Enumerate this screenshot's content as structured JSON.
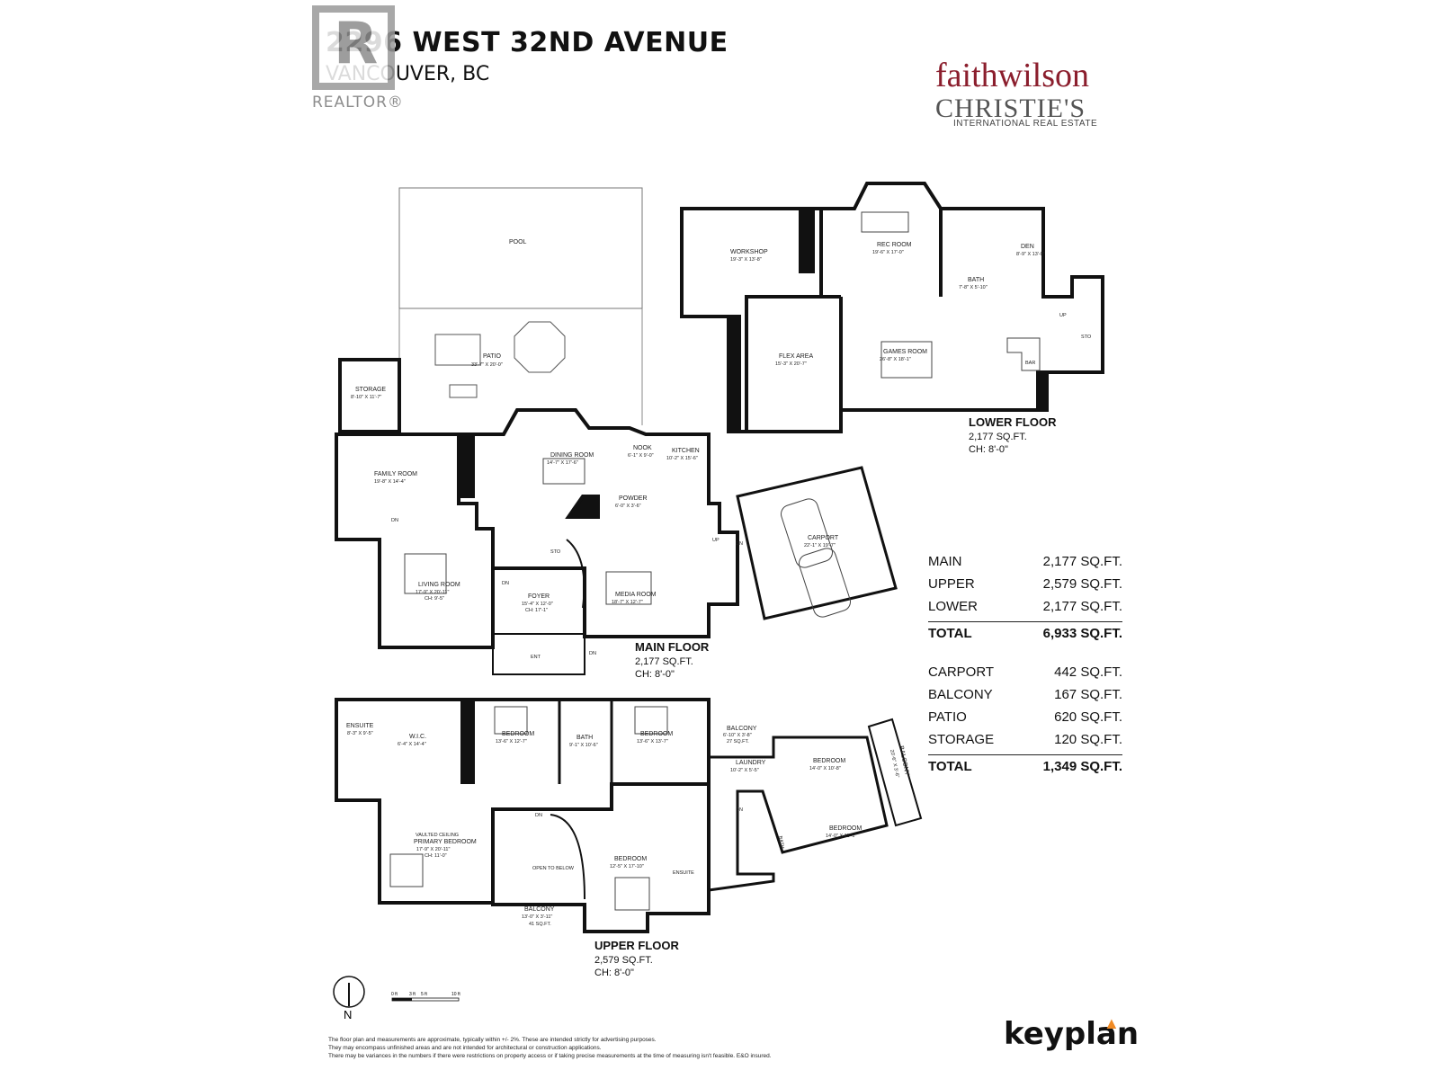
{
  "header": {
    "title": "2296 WEST 32ND AVENUE",
    "subtitle": "VANCOUVER, BC",
    "realtor_text": "REALTOR®"
  },
  "brand": {
    "faith": "faithwilson",
    "christies": "CHRISTIE'S",
    "intl": "INTERNATIONAL REAL ESTATE"
  },
  "floors": {
    "lower": {
      "name": "LOWER FLOOR",
      "area": "2,177 SQ.FT.",
      "ch": "CH: 8'-0\""
    },
    "main": {
      "name": "MAIN FLOOR",
      "area": "2,177 SQ.FT.",
      "ch": "CH: 8'-0\""
    },
    "upper": {
      "name": "UPPER FLOOR",
      "area": "2,579 SQ.FT.",
      "ch": "CH: 8'-0\""
    }
  },
  "rooms": {
    "pool": "POOL",
    "patio": "PATIO",
    "patio_dim": "33'-7\" X 20'-0\"",
    "storage": "STORAGE",
    "storage_dim": "8'-10\" X 11'-7\"",
    "family": "FAMILY ROOM",
    "family_dim": "19'-8\" X 14'-4\"",
    "dining": "DINING ROOM",
    "dining_dim": "14'-7\" X 17'-6\"",
    "nook": "NOOK",
    "nook_dim": "6'-1\" X 9'-0\"",
    "kitchen": "KITCHEN",
    "kitchen_dim": "10'-2\" X 15'-6\"",
    "powder": "POWDER",
    "powder_dim": "6'-0\" X 3'-6\"",
    "living": "LIVING ROOM",
    "living_dim": "17'-9\" X 20'-11\"",
    "living_ch": "CH: 9'-5\"",
    "foyer": "FOYER",
    "foyer_dim": "15'-4\" X 12'-0\"",
    "foyer_ch": "CH: 17'-1\"",
    "media": "MEDIA ROOM",
    "media_dim": "18'-7\" X 12'-7\"",
    "carport": "CARPORT",
    "carport_dim": "22'-1\" X 19'-7\"",
    "ent": "ENT",
    "dn": "DN",
    "up": "UP",
    "sto": "STO",
    "workshop": "WORKSHOP",
    "workshop_dim": "19'-3\" X 13'-8\"",
    "rec": "REC ROOM",
    "rec_dim": "19'-6\" X 17'-0\"",
    "den": "DEN",
    "den_dim": "8'-9\" X 13'-0\"",
    "bath_lower": "BATH",
    "bath_lower_dim": "7'-8\" X 5'-10\"",
    "flex": "FLEX AREA",
    "flex_dim": "15'-3\" X 20'-7\"",
    "games": "GAMES ROOM",
    "games_dim": "26'-8\" X 18'-1\"",
    "bar": "BAR",
    "ensuite1": "ENSUITE",
    "ensuite1_dim": "8'-3\" X 9'-5\"",
    "wic": "W.I.C.",
    "wic_dim": "6'-4\" X 14'-4\"",
    "bedroom1": "BEDROOM",
    "bedroom1_dim": "13'-6\" X 12'-7\"",
    "bath_upper": "BATH",
    "bath_upper_dim": "9'-1\" X 10'-6\"",
    "bedroom2": "BEDROOM",
    "bedroom2_dim": "13'-6\" X 13'-7\"",
    "balcony1": "BALCONY",
    "balcony1_dim": "6'-10\" X 3'-8\"",
    "balcony1_sq": "27 SQ.FT.",
    "laundry": "LAUNDRY",
    "laundry_dim": "10'-2\" X 5'-5\"",
    "bedroom3": "BEDROOM",
    "bedroom3_dim": "14'-0\" X 10'-8\"",
    "balcony2": "BALCONY",
    "balcony2_dim": "20'-6\" X 3'-6\"",
    "bedroom4": "BEDROOM",
    "bedroom4_dim": "14'-0\" X 11'-1\"",
    "primary_note": "VAULTED CEILING",
    "primary": "PRIMARY BEDROOM",
    "primary_dim": "17'-9\" X 20'-11\"",
    "primary_ch": "CH: 11'-0\"",
    "open_below": "OPEN TO BELOW",
    "bedroom5": "BEDROOM",
    "bedroom5_dim": "12'-5\" X 17'-10\"",
    "ensuite2": "ENSUITE",
    "balcony3": "BALCONY",
    "balcony3_dim": "13'-0\" X 3'-11\"",
    "balcony3_sq": "41 SQ.FT.",
    "bath_upper2": "BATH"
  },
  "areas": {
    "floors": [
      {
        "label": "MAIN",
        "value": "2,177 SQ.FT."
      },
      {
        "label": "UPPER",
        "value": "2,579 SQ.FT."
      },
      {
        "label": "LOWER",
        "value": "2,177 SQ.FT."
      }
    ],
    "floors_total": {
      "label": "TOTAL",
      "value": "6,933 SQ.FT."
    },
    "extras": [
      {
        "label": "CARPORT",
        "value": "442 SQ.FT."
      },
      {
        "label": "BALCONY",
        "value": "167 SQ.FT."
      },
      {
        "label": "PATIO",
        "value": "620 SQ.FT."
      },
      {
        "label": "STORAGE",
        "value": "120 SQ.FT."
      }
    ],
    "extras_total": {
      "label": "TOTAL",
      "value": "1,349 SQ.FT."
    }
  },
  "compass": {
    "label": "N"
  },
  "scale": {
    "t0": "0 ft",
    "t1": "3 ft",
    "t2": "5 ft",
    "t3": "10 ft"
  },
  "keyplan": {
    "name": "keyplan"
  },
  "disclaimer": [
    "The floor plan and measurements are approximate, typically within +/- 2%. These are intended strictly for advertising purposes.",
    "They may encompass unfinished areas and are not intended for architectural or construction applications.",
    "There may be variances in the numbers if there were restrictions on property access or if taking precise measurements at the time of measuring isn't feasible. E&O insured."
  ],
  "colors": {
    "brand_red": "#8b1e2d",
    "keyplan_orange": "#f08a24",
    "realtor_grey": "#8d8d8d"
  }
}
